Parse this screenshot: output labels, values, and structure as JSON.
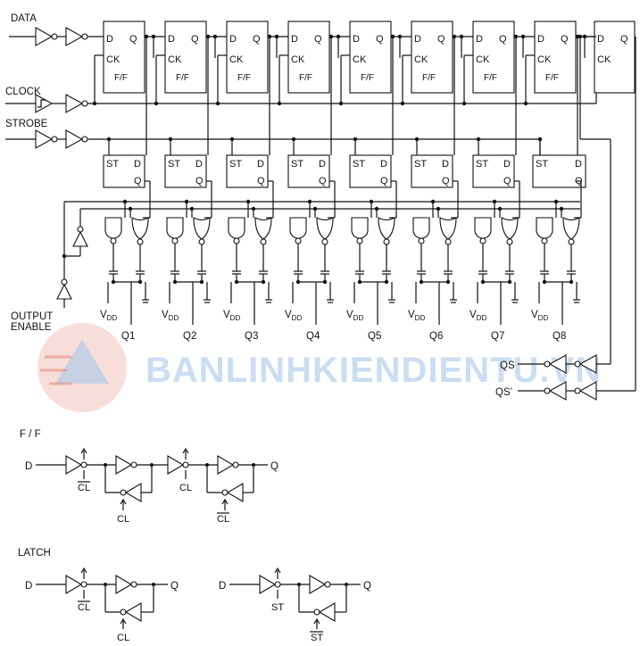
{
  "inputs": {
    "data": "DATA",
    "clock": "CLOCK",
    "strobe": "STROBE",
    "output_enable_line1": "OUTPUT",
    "output_enable_line2": "ENABLE"
  },
  "ff": {
    "d": "D",
    "q": "Q",
    "ck": "CK",
    "ff": "F/F"
  },
  "latch": {
    "st": "ST",
    "d": "D",
    "q": "Q"
  },
  "outputs": [
    "Q1",
    "Q2",
    "Q3",
    "Q4",
    "Q5",
    "Q6",
    "Q7",
    "Q8"
  ],
  "vdd": {
    "v": "V",
    "sub": "DD"
  },
  "serial_outputs": {
    "qs": "QS",
    "qs_prime": "QS’"
  },
  "watermark": "BANLINHKIENDIENTU.VN",
  "ff_detail": {
    "title": "F / F",
    "d": "D",
    "q": "Q",
    "cl_bar": "CL",
    "cl": "CL"
  },
  "latch_detail": {
    "title": "LATCH",
    "d": "D",
    "q": "Q",
    "cl_bar": "CL",
    "cl": "CL",
    "st": "ST",
    "st_bar": "ST"
  }
}
